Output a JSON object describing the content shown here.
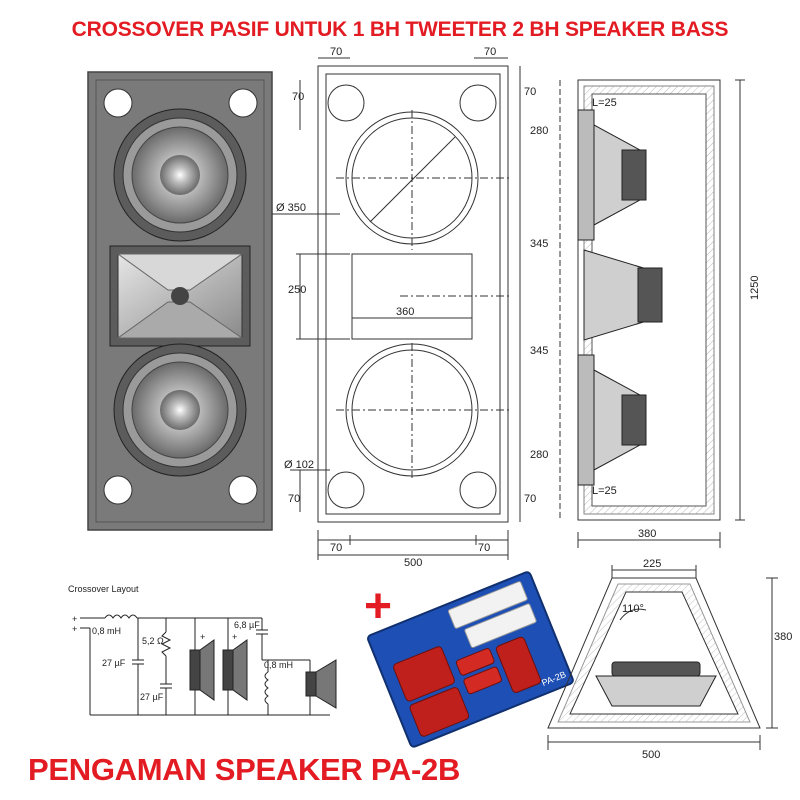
{
  "title": "CROSSOVER PASIF UNTUK 1 BH TWEETER 2 BH SPEAKER BASS",
  "bottom_title": "PENGAMAN SPEAKER PA-2B",
  "front_view": {
    "dims": {
      "top_left": "70",
      "top_right": "70",
      "left_top": "70",
      "right_top": "70",
      "woofer_dia": "Ø 350",
      "horn_h": "250",
      "horn_w": "360",
      "port_dia": "Ø 102",
      "left_bottom": "70",
      "right_bottom": "70",
      "bottom_left": "70",
      "bottom_right": "70",
      "width": "500"
    }
  },
  "side_view": {
    "dims": {
      "d1": "280",
      "d2": "345",
      "d3": "345",
      "d4": "280",
      "height": "1250",
      "depth": "380",
      "l_top": "L=25",
      "l_bottom": "L=25"
    }
  },
  "top_view": {
    "dims": {
      "top": "225",
      "angle": "110°",
      "height": "380",
      "bottom": "500"
    }
  },
  "crossover": {
    "label": "Crossover Layout",
    "components": {
      "l1": "0,8 mH",
      "c1": "27 µF",
      "r1": "5,2 Ω",
      "c2": "27 µF",
      "c3": "6,8 µF",
      "l2": "0,8 mH"
    },
    "plus_marks": [
      "+",
      "+",
      "+",
      "+"
    ]
  },
  "plus_sign": "+",
  "pcb_label": "PA-2B",
  "colors": {
    "title": "#e31b23",
    "cabinet": "#7a7a7a",
    "pcb": "#1e4fb4",
    "capacitor": "#c0201c"
  }
}
